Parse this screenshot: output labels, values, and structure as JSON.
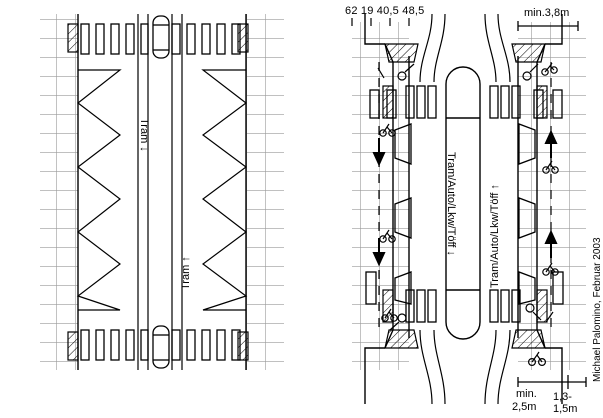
{
  "diagram": {
    "title_credit": "Michael Palomino, Februar 2003",
    "left_plan": {
      "name": "tram-only-street-plan",
      "lane_labels": [
        {
          "text": "Tram ↓",
          "direction": "down"
        },
        {
          "text": "Tram ↑",
          "direction": "up"
        }
      ]
    },
    "right_plan": {
      "name": "mixed-traffic-street-plan",
      "top_measures": "62  19 40,5 48,5",
      "top_dimension": "min.3,8m",
      "lane_labels": [
        {
          "text": "Tram/Auto/Lkw/Töff ↓",
          "direction": "down"
        },
        {
          "text": "Tram/Auto/Lkw/Töff ↑",
          "direction": "up"
        }
      ],
      "bottom_dimensions": {
        "left_line1": "min.",
        "left_line2": "2,5m",
        "right_line1": "1,3-",
        "right_line2": "1,5m"
      }
    }
  },
  "colors": {
    "ink": "#000000",
    "grid": "#9a9a9a",
    "paper": "#ffffff"
  }
}
